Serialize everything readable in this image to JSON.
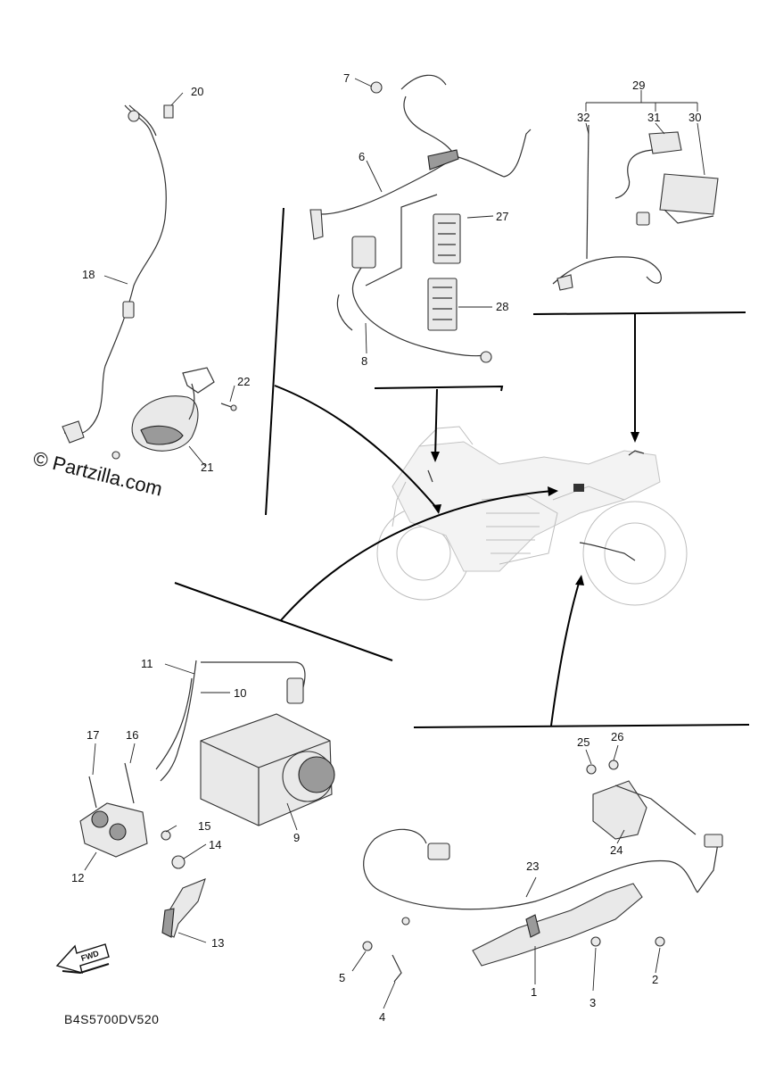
{
  "diagram": {
    "diagram_code": "B4S5700DV520",
    "watermark": "© Partzilla.com",
    "fwd_label": "FWD",
    "callouts": [
      "1",
      "2",
      "3",
      "4",
      "5",
      "6",
      "7",
      "8",
      "9",
      "10",
      "11",
      "12",
      "13",
      "14",
      "15",
      "16",
      "17",
      "18",
      "20",
      "21",
      "22",
      "23",
      "24",
      "25",
      "26",
      "27",
      "28",
      "29",
      "30",
      "31",
      "32"
    ]
  }
}
